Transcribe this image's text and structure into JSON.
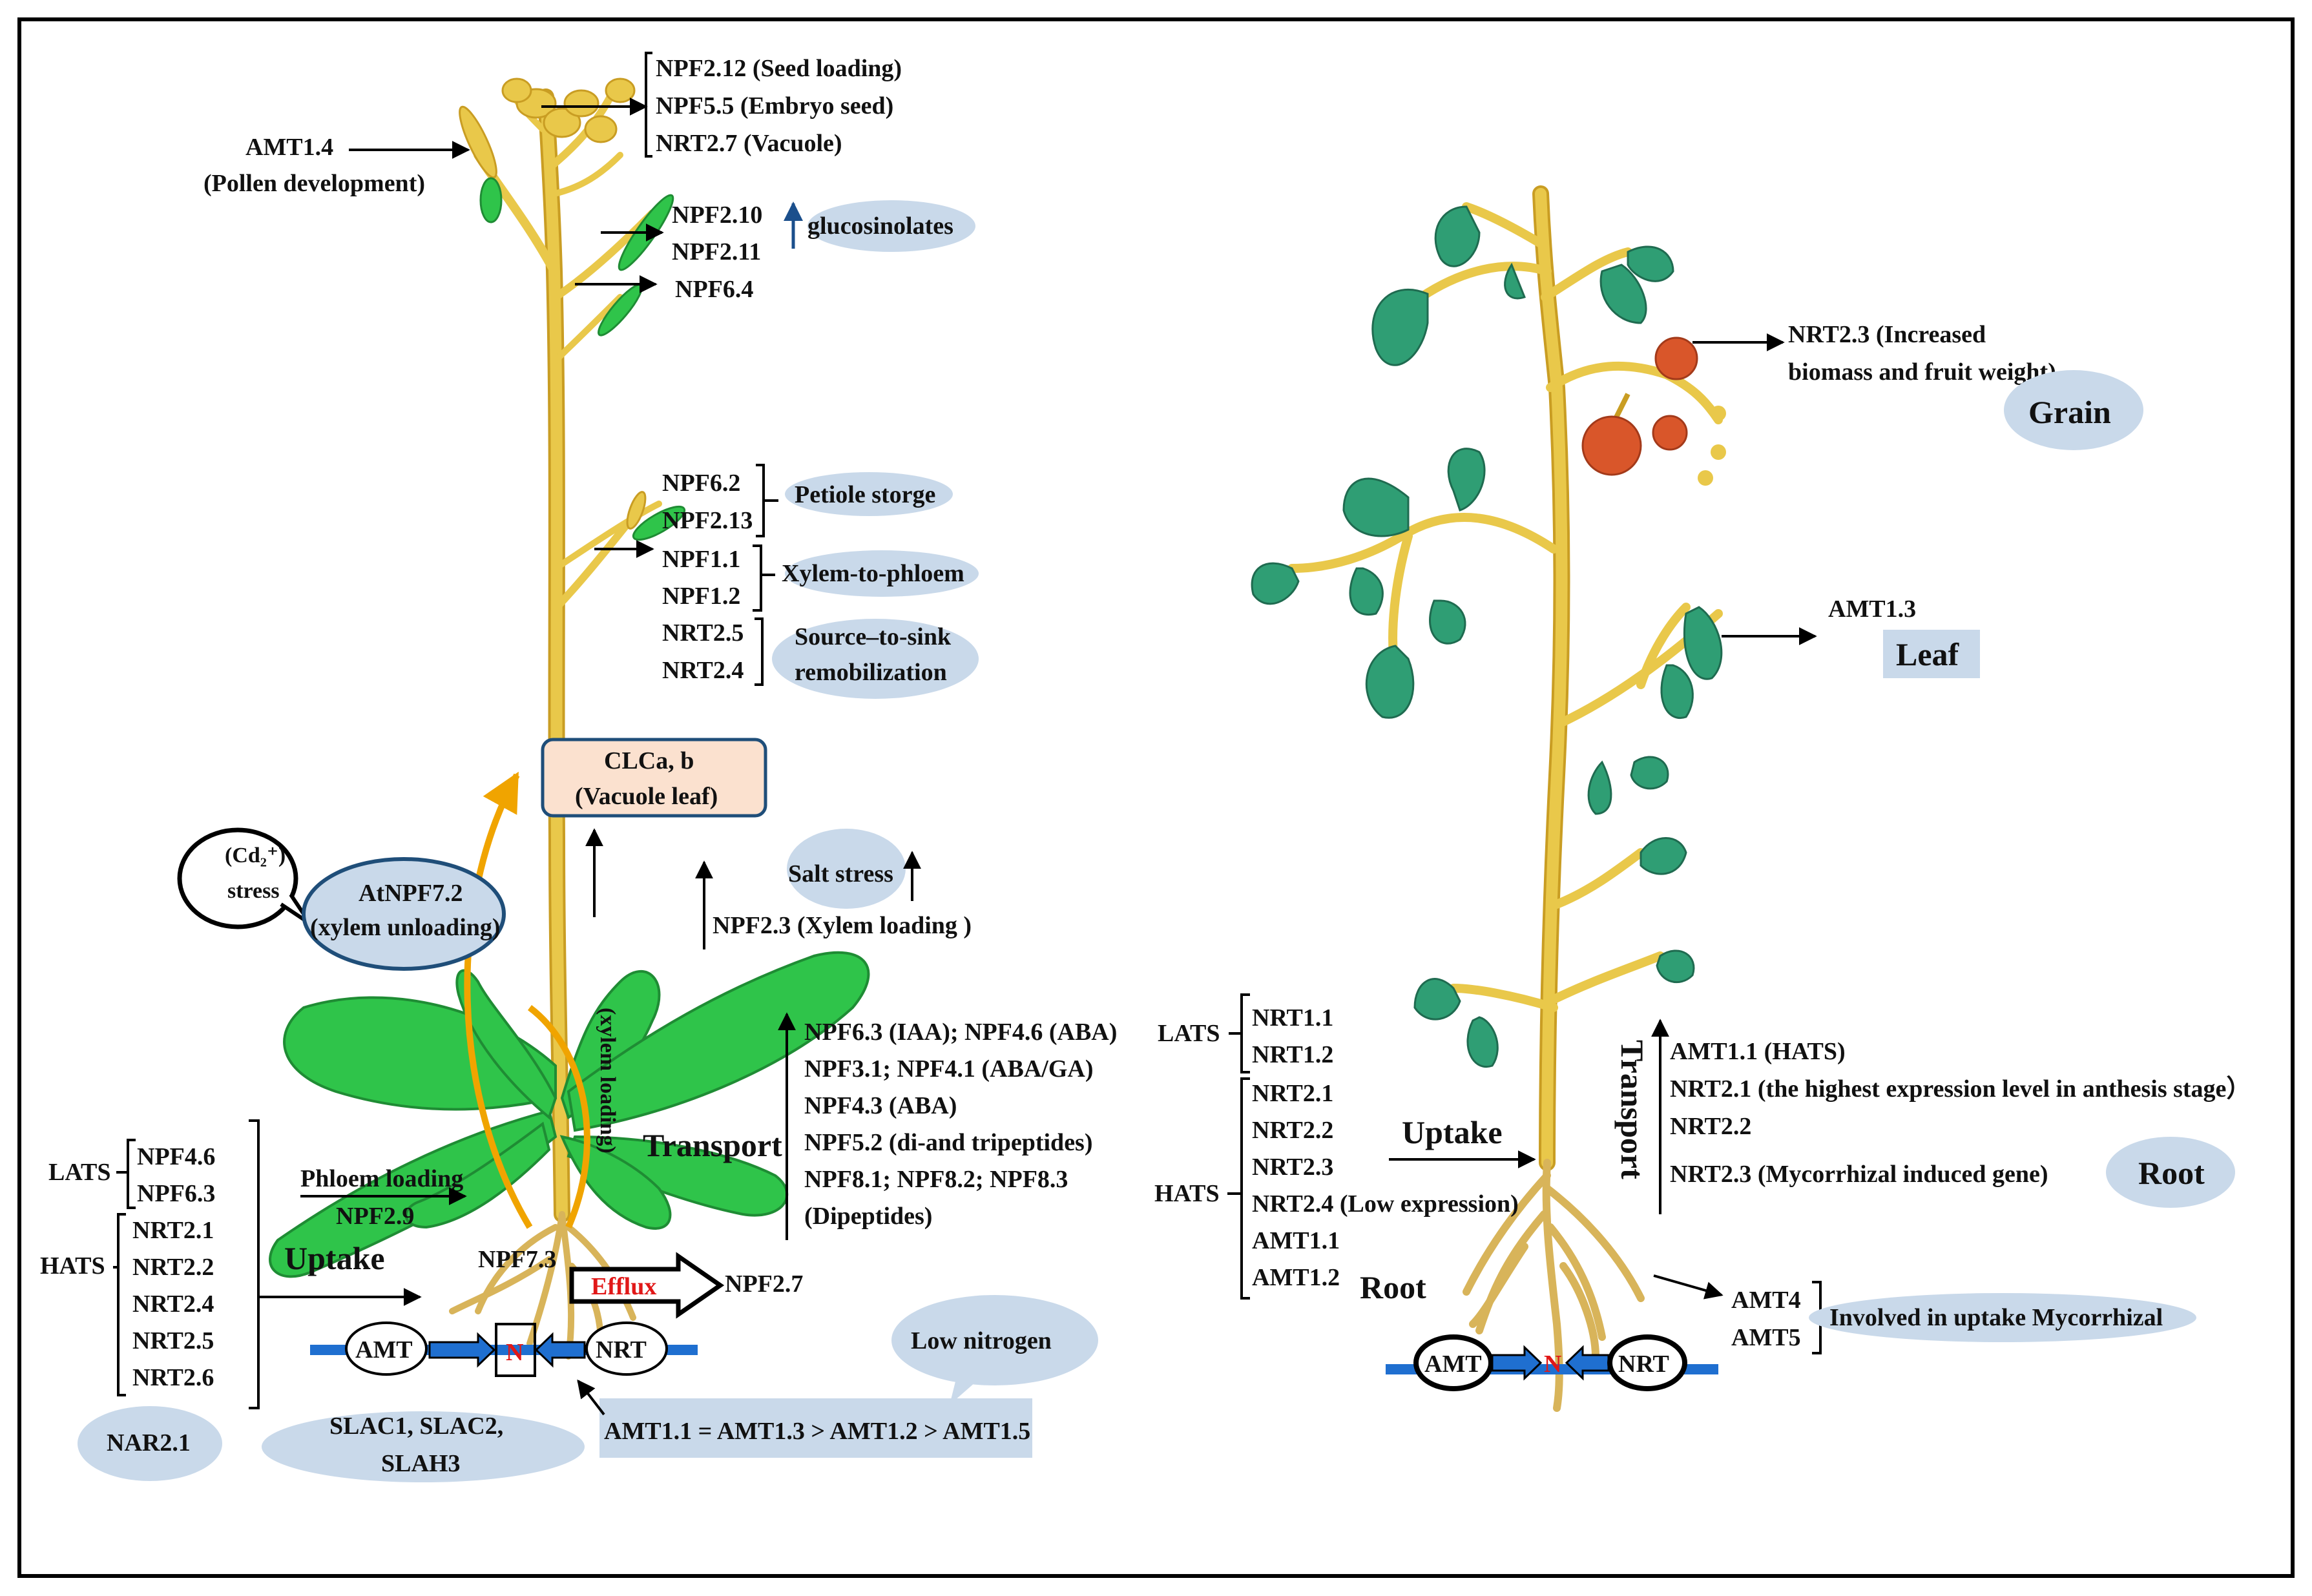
{
  "colors": {
    "stem": "#e9c84a",
    "stem_dark": "#c99d23",
    "arabidopsis_leaf": "#2fc44a",
    "tomato_leaf": "#2f9e74",
    "bubble": "#c9d9ea",
    "bubble_dark": "#b3cde6",
    "clc_fill": "#fbe1cf",
    "clc_border": "#1f4e79",
    "membrane": "#1f6fd0",
    "red": "#e11818",
    "orange": "#f0a400",
    "fruit": "#d9562a"
  },
  "arabidopsis": {
    "flower_genes": [
      "NPF2.12 (Seed loading)",
      "NPF5.5 (Embryo seed)",
      "NRT2.7 (Vacuole)"
    ],
    "amt14": {
      "gene": "AMT1.4",
      "role": "(Pollen development)"
    },
    "silique_genes": [
      "NPF2.10",
      "NPF2.11",
      "NPF6.4"
    ],
    "glucosinolates": "glucosinolates",
    "petiole_genes": [
      "NPF6.2",
      "NPF2.13"
    ],
    "petiole_label": "Petiole storge",
    "xylem_phloem_genes": [
      "NPF1.1",
      "NPF1.2"
    ],
    "xylem_phloem_label": "Xylem-to-phloem",
    "source_sink_genes": [
      "NRT2.5",
      "NRT2.4"
    ],
    "source_sink_label": [
      "Source–to-sink",
      "remobilization"
    ],
    "clc": [
      "CLCa, b",
      "(Vacuole leaf)"
    ],
    "cd_stress": [
      "(Cd₂⁺)",
      "stress"
    ],
    "atnpf72": [
      "AtNPF7.2",
      "(xylem unloading)"
    ],
    "salt_stress": "Salt stress",
    "npf23": "NPF2.3 (Xylem loading )",
    "transport_genes": [
      "NPF6.3 (IAA); NPF4.6 (ABA)",
      "NPF3.1; NPF4.1 (ABA/GA)",
      "NPF4.3 (ABA)",
      "NPF5.2 (di-and tripeptides)",
      "NPF8.1; NPF8.2; NPF8.3",
      "(Dipeptides)"
    ],
    "transport_label": "Transport",
    "xylem_loading_label": "(xylem loading)",
    "lats_label": "LATS",
    "lats_genes": [
      "NPF4.6",
      "NPF6.3"
    ],
    "hats_label": "HATS",
    "hats_genes": [
      "NRT2.1",
      "NRT2.2",
      "NRT2.4",
      "NRT2.5",
      "NRT2.6"
    ],
    "phloem_loading": "Phloem loading",
    "npf29": "NPF2.9",
    "uptake_label": "Uptake",
    "npf73": "NPF7.3",
    "efflux_label": "Efflux",
    "npf27": "NPF2.7",
    "amt_label": "AMT",
    "n_label": "N",
    "nrt_label": "NRT",
    "low_nitrogen": "Low nitrogen",
    "amt_order": "AMT1.1 = AMT1.3 > AMT1.2 > AMT1.5",
    "nar21": "NAR2.1",
    "slac": [
      "SLAC1, SLAC2,",
      "SLAH3"
    ]
  },
  "tomato": {
    "nrt23_fruit": [
      "NRT2.3 (Increased",
      "biomass and fruit weight)"
    ],
    "grain_label": "Grain",
    "amt13": "AMT1.3",
    "leaf_label": "Leaf",
    "lats_label": "LATS",
    "lats_genes": [
      "NRT1.1",
      "NRT1.2"
    ],
    "hats_label": "HATS",
    "hats_genes": [
      "NRT2.1",
      "NRT2.2",
      "NRT2.3",
      "NRT2.4 (Low expression)",
      "AMT1.1",
      "AMT1.2"
    ],
    "uptake_label": "Uptake",
    "root_text": "Root",
    "transport_label": "Transport",
    "transport_genes": [
      "AMT1.1 (HATS)",
      "NRT2.1 (the highest expression level in anthesis stage）",
      "NRT2.2",
      "NRT2.3 (Mycorrhizal induced gene)"
    ],
    "root_bubble": "Root",
    "mycorrhizal_genes": [
      "AMT4",
      "AMT5"
    ],
    "mycorrhizal_label": "Involved in uptake Mycorrhizal",
    "amt_label": "AMT",
    "n_label": "N",
    "nrt_label": "NRT"
  }
}
